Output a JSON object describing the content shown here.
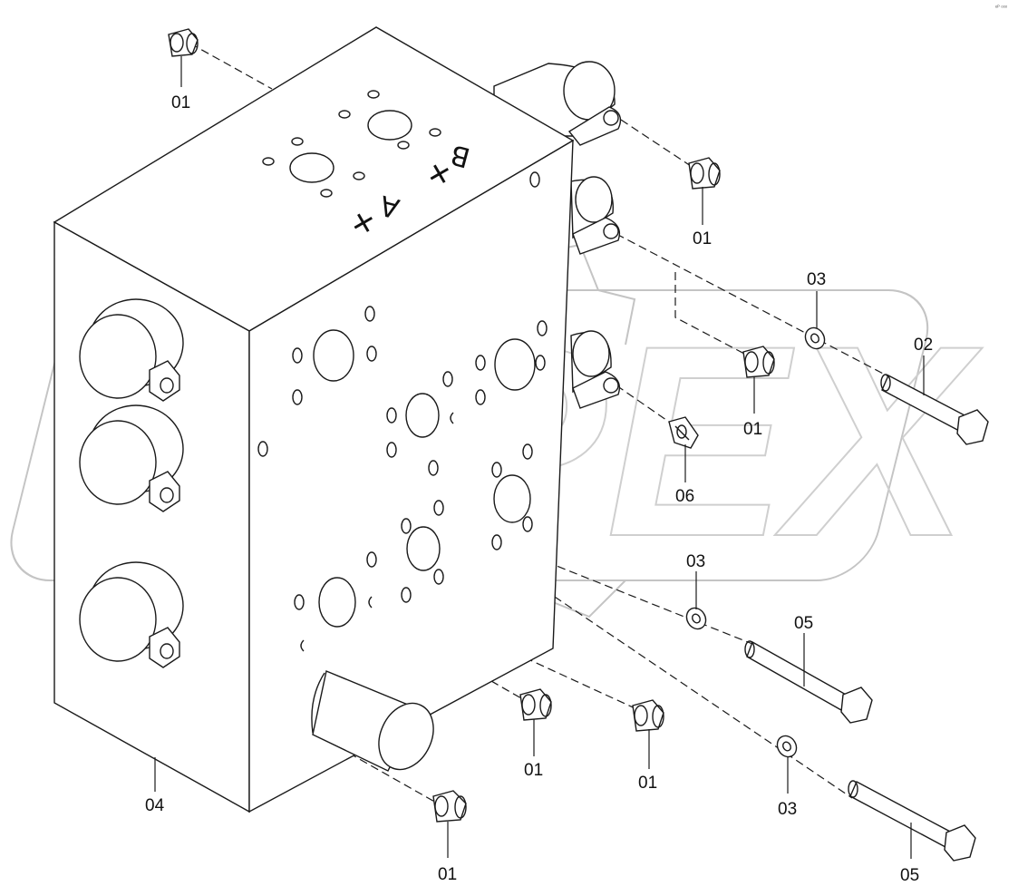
{
  "corner_mark": "ᵉᴾ ᵒᵒᵒ",
  "face_markings": {
    "port_b": "B",
    "port_a": "A"
  },
  "callouts": [
    "01",
    "01",
    "01",
    "01",
    "01",
    "01",
    "02",
    "03",
    "03",
    "03",
    "04",
    "05",
    "05",
    "06"
  ],
  "watermark": "OPEX"
}
